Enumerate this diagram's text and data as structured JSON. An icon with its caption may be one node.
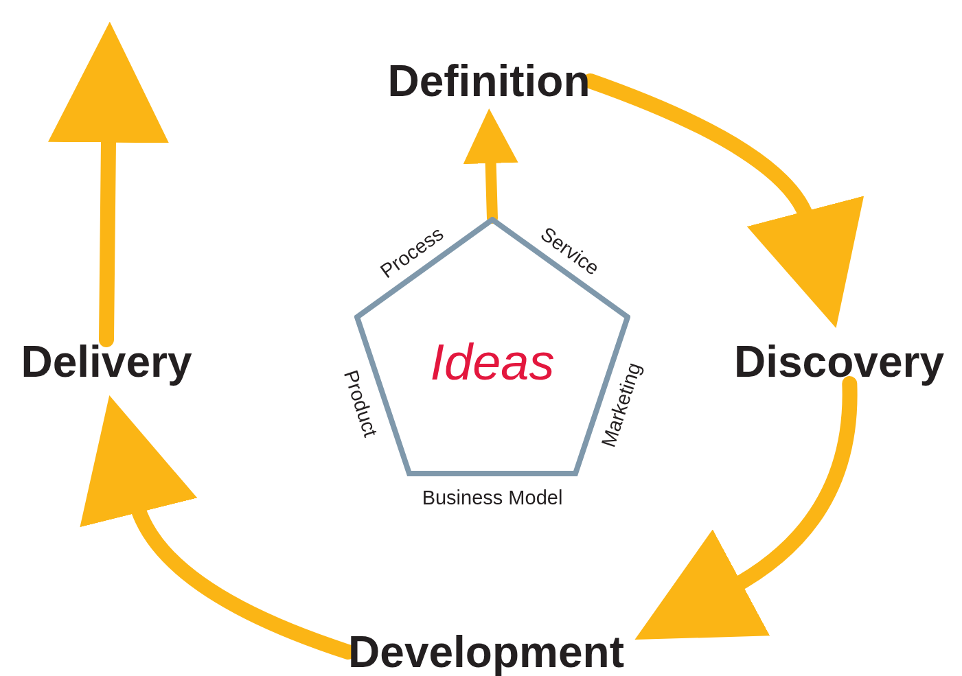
{
  "diagram": {
    "nodes": [
      {
        "text": [
          "Definition"
        ]
      },
      {
        "text": [
          "Delivery"
        ]
      },
      {
        "text": [
          "Ideas"
        ],
        "beside": [
          "Process",
          "Service",
          "Marketing",
          "Business Model",
          "Product"
        ]
      },
      {
        "text": [
          "Discovery"
        ]
      },
      {
        "text": [
          "Development"
        ]
      }
    ],
    "edges": [
      {
        "from": 2,
        "to": 0,
        "arrow": "to"
      },
      {
        "from": 0,
        "to": 3,
        "arrow": "to"
      },
      {
        "from": 3,
        "to": 4,
        "arrow": "to"
      },
      {
        "from": 4,
        "to": 1,
        "arrow": "to"
      },
      {
        "from": 1,
        "to": null,
        "arrow": "to"
      }
    ]
  }
}
